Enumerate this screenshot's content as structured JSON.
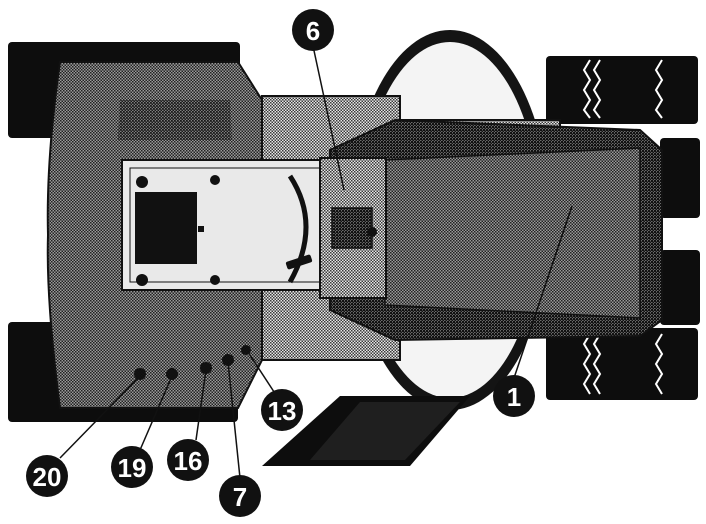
{
  "diagram": {
    "subject": "Top view of a riding mower with numbered control callouts",
    "colors": {
      "ink": "#111111",
      "tire": "#0d0d0d",
      "paper": "#ffffff",
      "halftone_light": "#bdbdbd",
      "halftone_mid": "#8c8c8c",
      "halftone_dark": "#5a5a5a"
    },
    "callouts": [
      {
        "id": "6",
        "label": "6"
      },
      {
        "id": "1",
        "label": "1"
      },
      {
        "id": "13",
        "label": "13"
      },
      {
        "id": "20",
        "label": "20"
      },
      {
        "id": "19",
        "label": "19"
      },
      {
        "id": "16",
        "label": "16"
      },
      {
        "id": "7",
        "label": "7"
      }
    ]
  }
}
